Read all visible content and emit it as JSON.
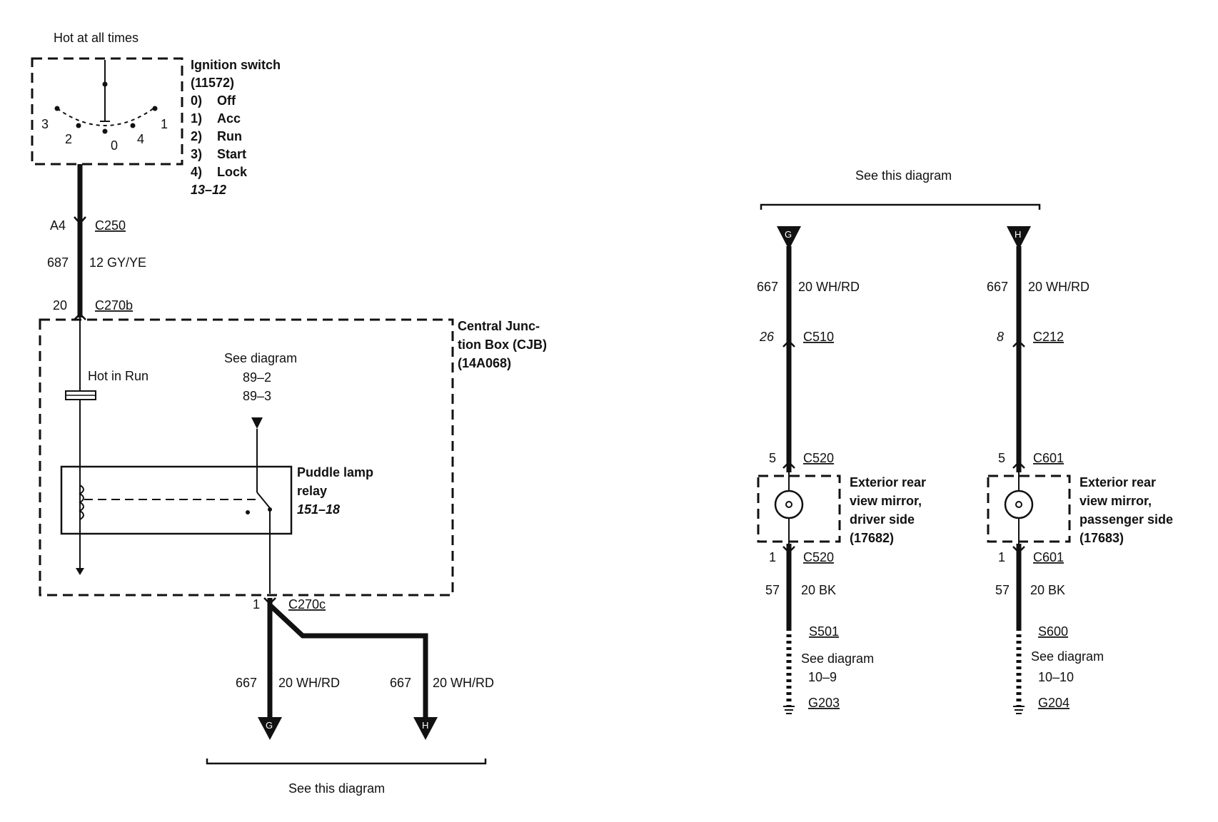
{
  "left": {
    "hot_label": "Hot at all times",
    "ignition": {
      "title": "Ignition switch",
      "part": "(11572)",
      "states": [
        {
          "num": "0)",
          "name": "Off"
        },
        {
          "num": "1)",
          "name": "Acc"
        },
        {
          "num": "2)",
          "name": "Run"
        },
        {
          "num": "3)",
          "name": "Start"
        },
        {
          "num": "4)",
          "name": "Lock"
        }
      ],
      "ref": "13–12",
      "positions": [
        "3",
        "2",
        "0",
        "4",
        "1"
      ]
    },
    "c250": {
      "pin": "A4",
      "connector": "C250"
    },
    "wire_687": {
      "circuit": "687",
      "spec": "12 GY/YE"
    },
    "c270b": {
      "pin": "20",
      "connector": "C270b"
    },
    "cjb": {
      "line1": "Central Junc-",
      "line2": "tion Box (CJB)",
      "line3": "(14A068)"
    },
    "hot_in_run": "Hot in Run",
    "see_diagram": {
      "label": "See diagram",
      "ref1": "89–2",
      "ref2": "89–3"
    },
    "relay": {
      "line1": "Puddle lamp",
      "line2": "relay",
      "ref": "151–18"
    },
    "c270c": {
      "pin": "1",
      "connector": "C270c"
    },
    "out_g": {
      "circuit": "667",
      "spec": "20 WH/RD",
      "tag": "G"
    },
    "out_h": {
      "circuit": "667",
      "spec": "20 WH/RD",
      "tag": "H"
    },
    "bottom_label": "See this diagram"
  },
  "right": {
    "top_label": "See this diagram",
    "driver": {
      "tag": "G",
      "circuit": "667",
      "spec": "20 WH/RD",
      "conn1_pin": "26",
      "conn1": "C510",
      "conn2_pin": "5",
      "conn2": "C520",
      "mirror": [
        "Exterior rear",
        "view mirror,",
        "driver side",
        "(17682)"
      ],
      "conn3_pin": "1",
      "conn3": "C520",
      "gnd_circuit": "57",
      "gnd_spec": "20 BK",
      "splice": "S501",
      "see": "See diagram",
      "see_ref": "10–9",
      "ground": "G203"
    },
    "passenger": {
      "tag": "H",
      "circuit": "667",
      "spec": "20 WH/RD",
      "conn1_pin": "8",
      "conn1": "C212",
      "conn2_pin": "5",
      "conn2": "C601",
      "mirror": [
        "Exterior rear",
        "view mirror,",
        "passenger side",
        "(17683)"
      ],
      "conn3_pin": "1",
      "conn3": "C601",
      "gnd_circuit": "57",
      "gnd_spec": "20 BK",
      "splice": "S600",
      "see": "See diagram",
      "see_ref": "10–10",
      "ground": "G204"
    }
  }
}
